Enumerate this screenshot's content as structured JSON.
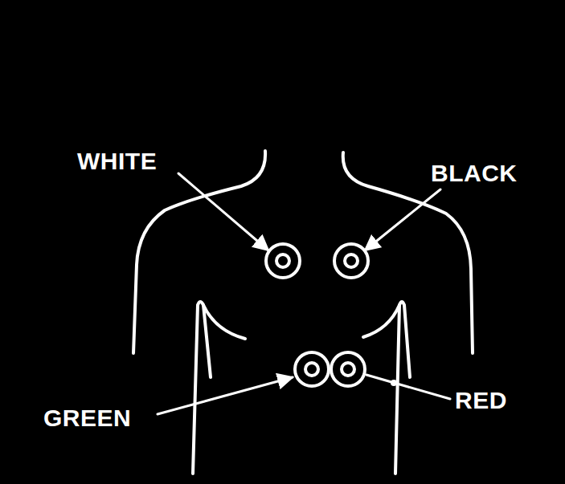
{
  "diagram": {
    "labels": [
      "WHITE",
      "BLACK",
      "GREEN",
      "RED"
    ]
  }
}
